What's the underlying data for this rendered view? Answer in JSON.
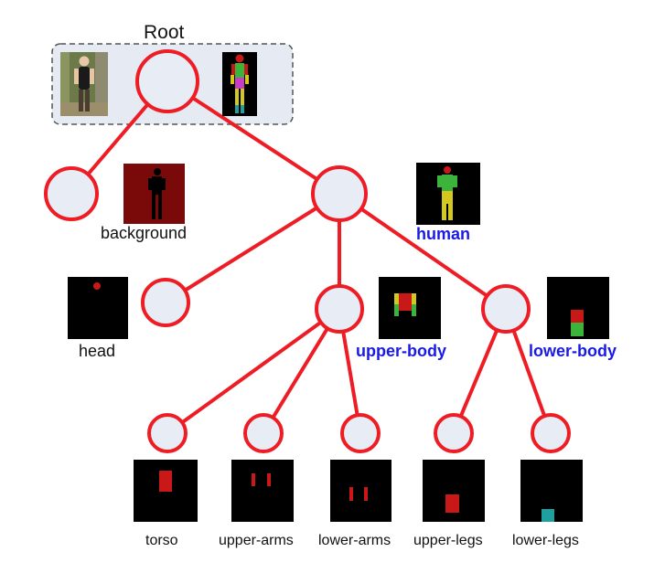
{
  "colors": {
    "edge": "#ee1c24",
    "node_fill": "#e8ecf4",
    "node_stroke": "#ee1c24",
    "highlight_label": "#1a1ae6",
    "plain_label": "#111111",
    "root_box_fill": "#e6eaf2",
    "root_box_stroke": "#555555",
    "mask_bg": "#000000",
    "mask_red": "#c81818",
    "mask_green": "#3cb43c",
    "mask_yellow": "#d2c81e",
    "mask_magenta": "#c83cc8",
    "mask_teal": "#1ea0a0",
    "background_mask_red": "#7a0a0a"
  },
  "labels": {
    "root": "Root",
    "background": "background",
    "human": "human",
    "head": "head",
    "upper_body": "upper-body",
    "lower_body": "lower-body",
    "torso": "torso",
    "upper_arms": "upper-arms",
    "lower_arms": "lower-arms",
    "upper_legs": "upper-legs",
    "lower_legs": "lower-legs"
  },
  "highlighted": [
    "human",
    "upper-body",
    "lower-body"
  ]
}
